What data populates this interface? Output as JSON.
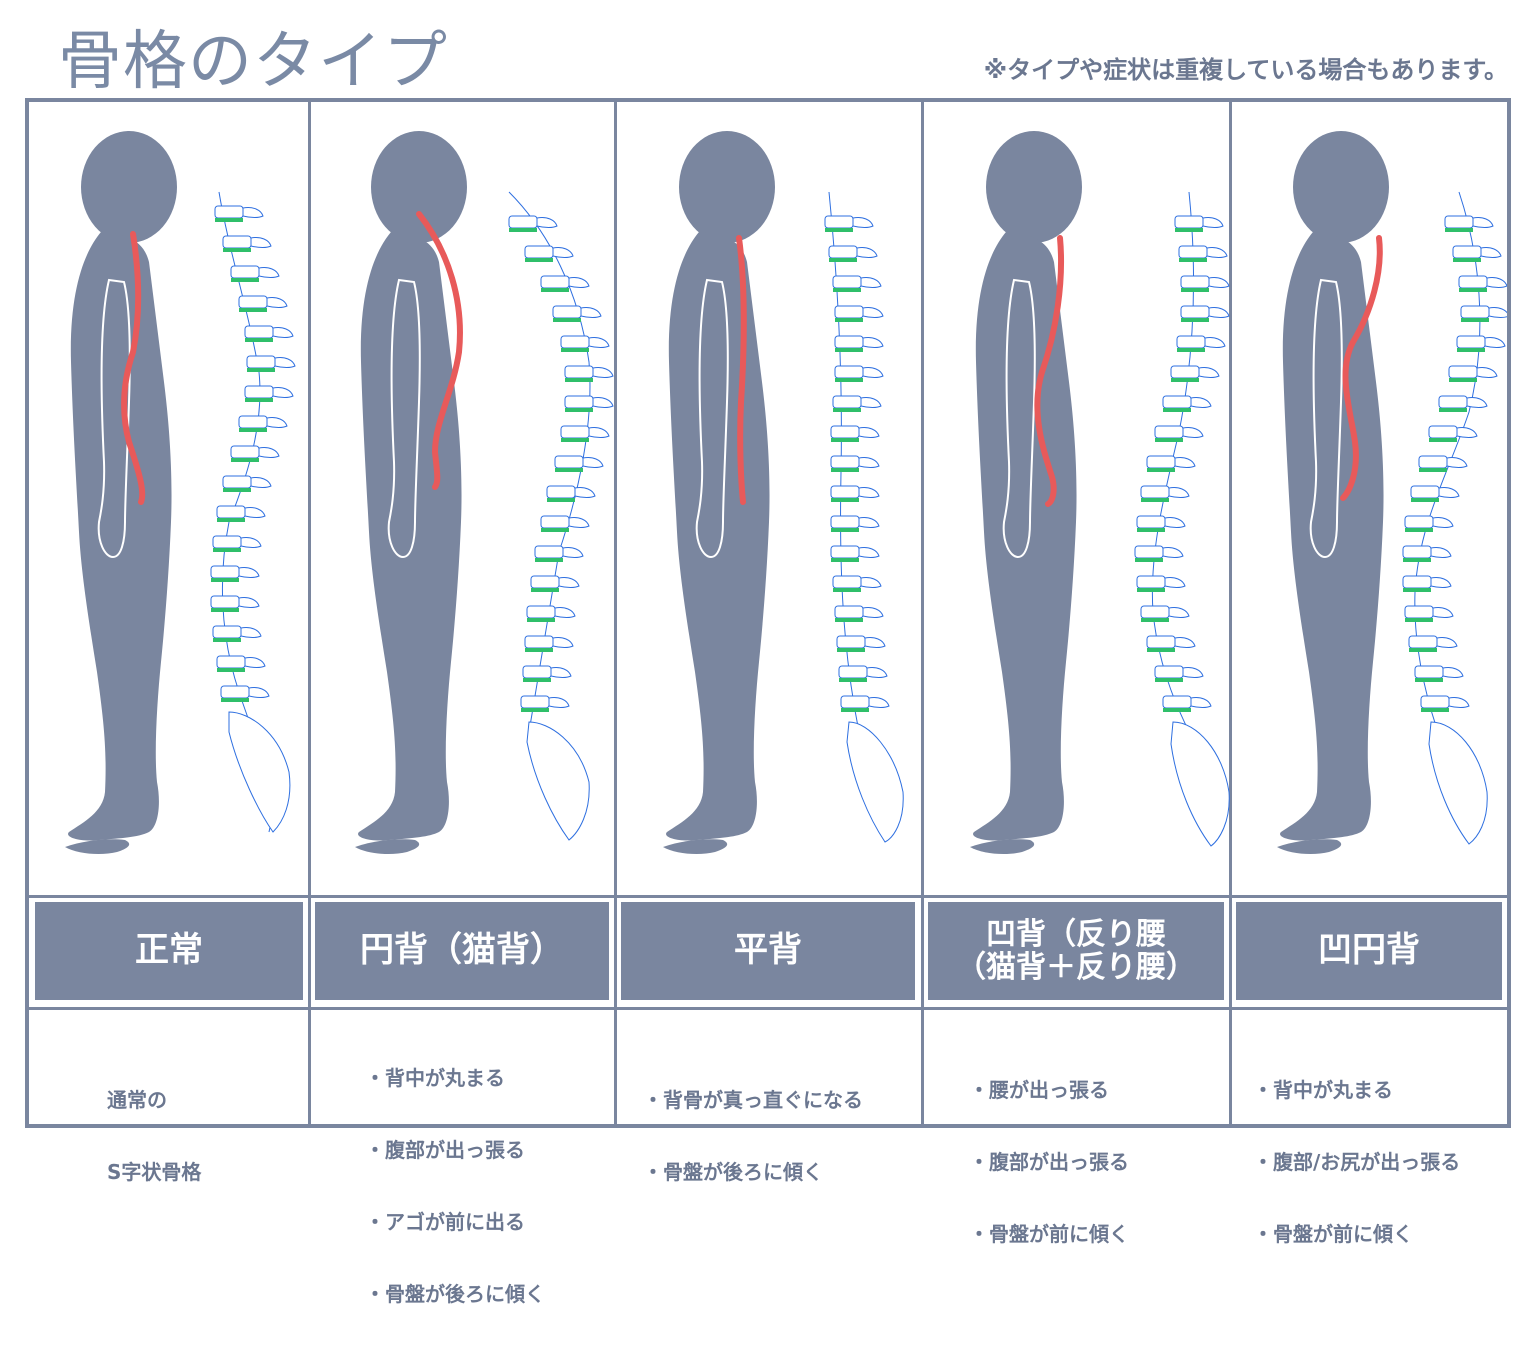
{
  "title": "骨格のタイプ",
  "note": "※タイプや症状は重複している場合もあります。",
  "colors": {
    "body": "#7a869f",
    "spine_line": "#e85a5a",
    "vertebra_disc": "#2fbf6a",
    "bone_outline": "#2e6fe0"
  },
  "types": [
    {
      "label_lines": [
        "正常"
      ],
      "description_lines": [
        "通常の",
        "S字状骨格"
      ]
    },
    {
      "label_lines": [
        "円背（猫背）"
      ],
      "description_lines": [
        "・背中が丸まる",
        "・腹部が出っ張る",
        "・アゴが前に出る",
        "・骨盤が後ろに傾く"
      ]
    },
    {
      "label_lines": [
        "平背"
      ],
      "description_lines": [
        "・背骨が真っ直ぐになる",
        "・骨盤が後ろに傾く"
      ]
    },
    {
      "label_lines": [
        "凹背（反り腰",
        "（猫背＋反り腰）"
      ],
      "description_lines": [
        "・腰が出っ張る",
        "・腹部が出っ張る",
        "・骨盤が前に傾く"
      ]
    },
    {
      "label_lines": [
        "凹円背"
      ],
      "description_lines": [
        "・背中が丸まる",
        "・腹部/お尻が出っ張る",
        "・骨盤が前に傾く"
      ]
    }
  ]
}
